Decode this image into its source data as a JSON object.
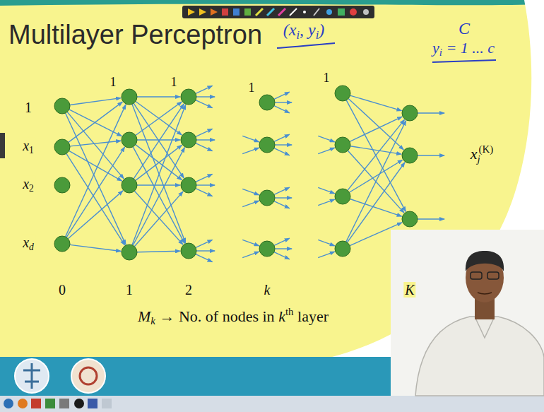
{
  "diagram": {
    "title": "Multilayer Perceptron",
    "labels": [
      "(xi, yi)",
      "C",
      "yi = 1 ... c",
      "1",
      "x1",
      "x2",
      "xd",
      "1",
      "1",
      "1",
      "1",
      "xj(K)",
      "0",
      "1",
      "2",
      "k",
      "K",
      "Mk → No. of nodes in kth layer"
    ]
  }
}
